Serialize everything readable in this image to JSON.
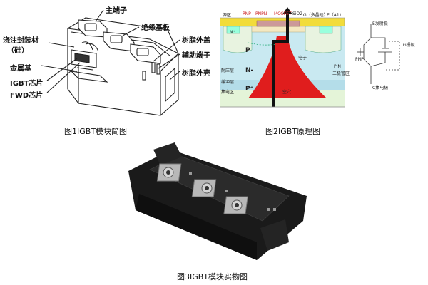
{
  "figure1": {
    "caption": "图1IGBT模块简图",
    "labels": {
      "main_terminal": "主端子",
      "insulated_substrate": "绝缘基板",
      "potting_material": "浇注封装材",
      "silicone": "（硅）",
      "metal_base": "金属基",
      "igbt_chip": "IGBT芯片",
      "fwd_chip": "FWD芯片",
      "resin_cover": "树脂外盖",
      "aux_terminal": "辅助端子",
      "resin_case": "树脂外壳"
    }
  },
  "figure2": {
    "caption": "图2IGBT原理图",
    "labels": {
      "source_region": "源区",
      "pnp": "PNP",
      "npn": "PNPN",
      "mosfet": "MOSFET",
      "sio2": "SiO2",
      "gate": "G（多晶硅）",
      "emitter": "E（A1）",
      "n_plus": "N⁺",
      "p": "P",
      "n_minus": "N-",
      "drift": "耐压层",
      "buffer": "缓冲层",
      "collector_region": "集电区",
      "p_plus": "P⁺",
      "hole": "空穴",
      "pin_diode": "PIN",
      "diode": "二极管区",
      "electron": "电子",
      "circuit_e": "E发射极",
      "circuit_g": "G栅极",
      "circuit_c": "C集电极",
      "circuit_pnp": "PNP"
    }
  },
  "figure3": {
    "caption": "图3IGBT模块实物图"
  }
}
